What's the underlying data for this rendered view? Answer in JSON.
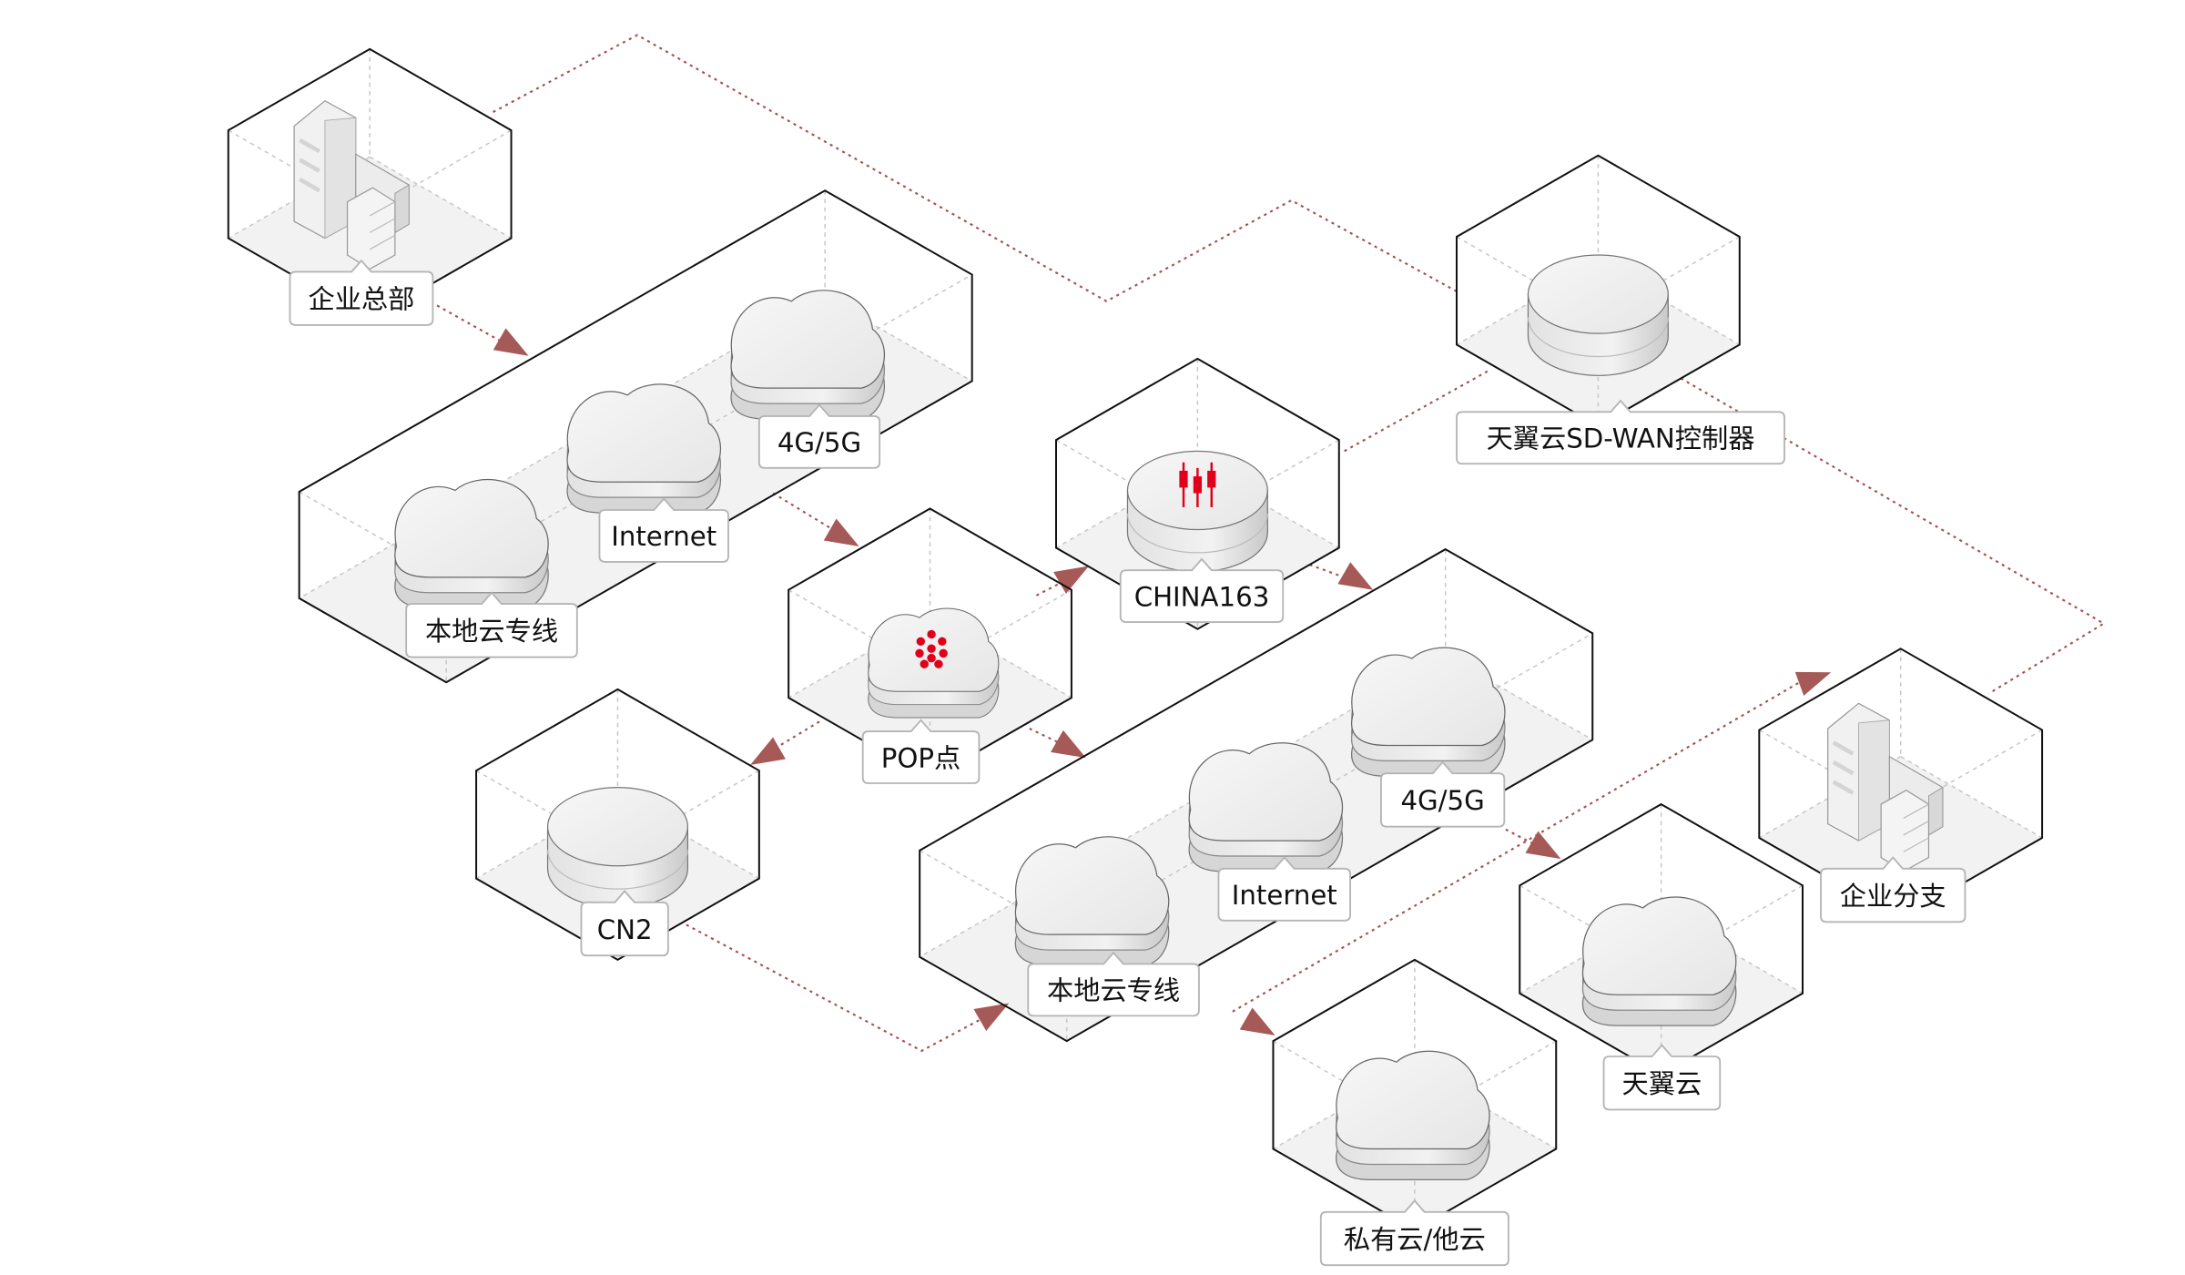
{
  "diagram": {
    "accent_color": "#a5524f",
    "nodes": [
      {
        "id": "hq",
        "label": "企业总部",
        "icon": "building-icon"
      },
      {
        "id": "b-4g",
        "label": "4G/5G",
        "icon": "cloud-icon"
      },
      {
        "id": "b-internet",
        "label": "Internet",
        "icon": "cloud-icon"
      },
      {
        "id": "b-local",
        "label": "本地云专线",
        "icon": "cloud-icon"
      },
      {
        "id": "sdwan",
        "label": "天翼云SD-WAN控制器",
        "icon": "cylinder-icon"
      },
      {
        "id": "china163",
        "label": "CHINA163",
        "icon": "cylinder-icon"
      },
      {
        "id": "pop",
        "label": "POP点",
        "icon": "cloud-icon"
      },
      {
        "id": "cn2",
        "label": "CN2",
        "icon": "cylinder-icon"
      },
      {
        "id": "c-4g",
        "label": "4G/5G",
        "icon": "cloud-icon"
      },
      {
        "id": "c-internet",
        "label": "Internet",
        "icon": "cloud-icon"
      },
      {
        "id": "c-local",
        "label": "本地云专线",
        "icon": "cloud-icon"
      },
      {
        "id": "branch",
        "label": "企业分支",
        "icon": "building-icon"
      },
      {
        "id": "tianyi",
        "label": "天翼云",
        "icon": "cloud-icon"
      },
      {
        "id": "private",
        "label": "私有云/他云",
        "icon": "cloud-icon"
      }
    ]
  }
}
